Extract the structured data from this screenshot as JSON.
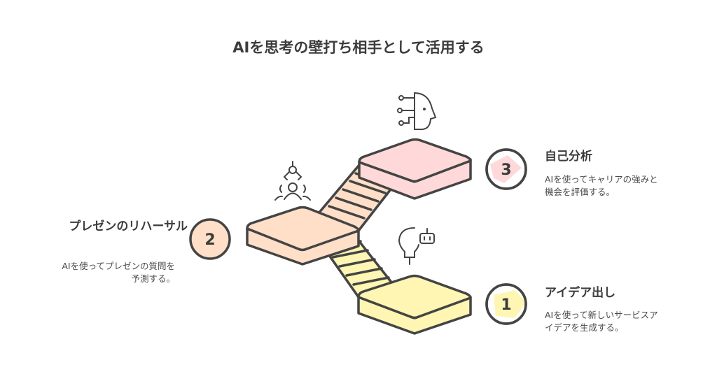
{
  "title": "AIを思考の壁打ち相手として活用する",
  "steps": [
    {
      "number": "1",
      "title": "アイデア出し",
      "description": "AIを使って新しいサービスアイデアを生成する。",
      "color": "#fff6b3",
      "icon": "lightbulb-robot-icon"
    },
    {
      "number": "2",
      "title": "プレゼンのリハーサル",
      "description": "AIを使ってプレゼンの質問を予測する。",
      "color": "#ffdfc8",
      "icon": "person-robot-arm-icon"
    },
    {
      "number": "3",
      "title": "自己分析",
      "description": "AIを使ってキャリアの強みと機会を評価する。",
      "color": "#ffd9d9",
      "icon": "ai-head-icon"
    }
  ]
}
